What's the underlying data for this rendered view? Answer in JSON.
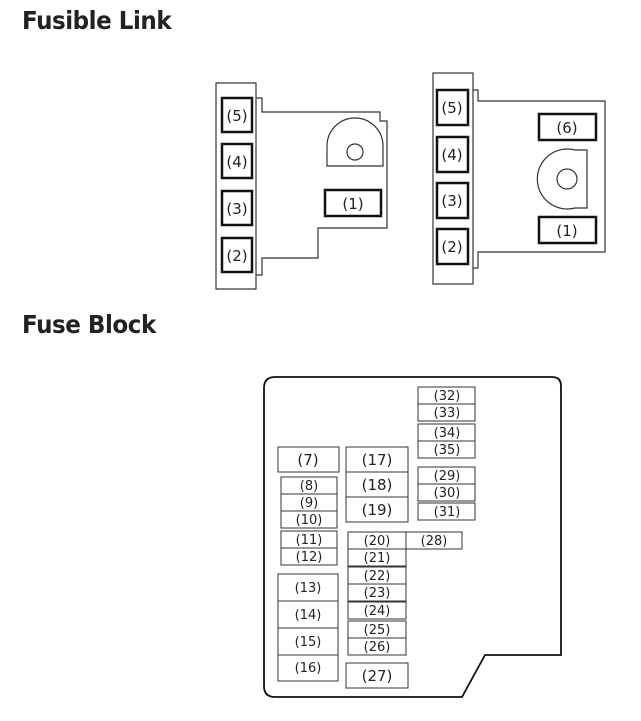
{
  "headings": {
    "fusible_link": "Fusible Link",
    "fuse_block": "Fuse Block"
  },
  "fusible_link_left": {
    "slots": [
      "(5)",
      "(4)",
      "(3)",
      "(2)",
      "(1)"
    ]
  },
  "fusible_link_right": {
    "slots": [
      "(5)",
      "(4)",
      "(3)",
      "(2)",
      "(6)",
      "(1)"
    ]
  },
  "fuse_block": {
    "left_column": [
      "(7)",
      "(8)",
      "(9)",
      "(10)",
      "(11)",
      "(12)",
      "(13)",
      "(14)",
      "(15)",
      "(16)"
    ],
    "middle_column": [
      "(17)",
      "(18)",
      "(19)",
      "(20)",
      "(21)",
      "(22)",
      "(23)",
      "(24)",
      "(25)",
      "(26)",
      "(27)"
    ],
    "side": [
      "(28)"
    ],
    "top_right": [
      "(32)",
      "(33)",
      "(34)",
      "(35)",
      "(29)",
      "(30)",
      "(31)"
    ]
  }
}
